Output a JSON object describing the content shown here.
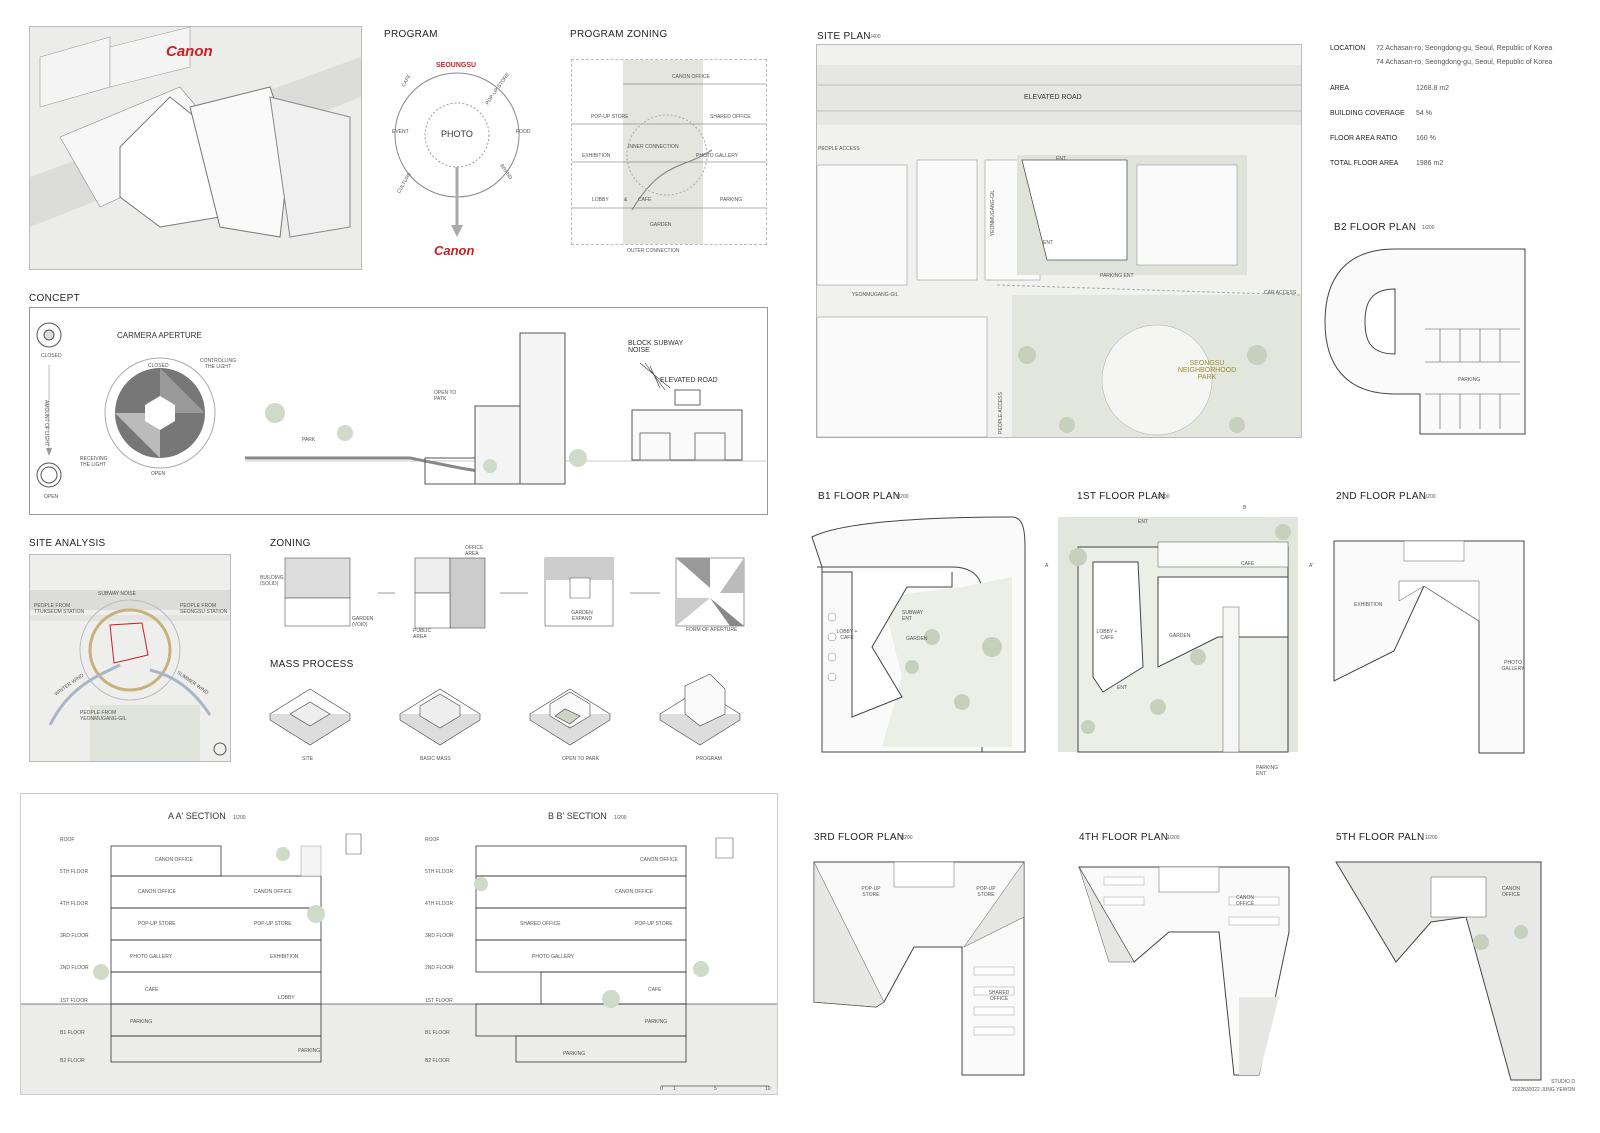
{
  "brand": {
    "name": "Canon",
    "color": "#cc1f26"
  },
  "program": {
    "title": "PROGRAM",
    "center": "PHOTO",
    "top": "SEOUNGSU",
    "items": [
      "CAFE",
      "POP-UP STORE",
      "EVENT",
      "FOOD",
      "CULTURE",
      "BRAND"
    ]
  },
  "zoning": {
    "title": "PROGRAM ZONING",
    "labels": [
      "CANON OFFICE",
      "POP-UP STORE",
      "SHARED OFFICE",
      "INNER CONNECTION",
      "EXHIBITION",
      "PHOTO GALLERY",
      "LOBBY",
      "&",
      "CAFE",
      "PARKING",
      "GARDEN",
      "OUTER CONNECTION"
    ]
  },
  "concept": {
    "title": "CONCEPT",
    "aperture_title": "CARMERA APERTURE",
    "aperture_labels": [
      "CLOSED",
      "CONTROLLING THE LIGHT",
      "RECEIVING THE LIGHT",
      "OPEN"
    ],
    "icon_top": "CLOSED",
    "icon_bottom": "OPEN",
    "arrow_label": "AMOUNT OF LIGHT",
    "section_labels": [
      "PARK",
      "OPEN TO PATK",
      "BLOCK SUBWAY NOISE",
      "ELEVATED ROAD"
    ]
  },
  "site_analysis": {
    "title": "SITE ANALYSIS",
    "labels": [
      "SUBWAY NOISE",
      "PEOPLE FROM TTUKSEOM STATION",
      "PEOPLE FROM SEONGSU STATION",
      "WINTER WIND",
      "SUMMER WIND",
      "PEOPLE FROM YEONMUGANG-GIL"
    ]
  },
  "zoning_diagram": {
    "title": "ZONING",
    "labels": [
      "BUILDING (SOLID)",
      "GARDEN (VOID)",
      "OFFICE AREA",
      "PUBLIC AREA",
      "GARDEN EXPAND",
      "FORM OF APERTURE"
    ]
  },
  "mass_process": {
    "title": "MASS PROCESS",
    "steps": [
      "SITE",
      "BASIC MASS",
      "OPEN TO PARK",
      "PROGRAM"
    ]
  },
  "sections": {
    "aa_title": "A A'  SECTION",
    "bb_title": "B B'  SECTION",
    "scale": "1/200",
    "levels": [
      "ROOF",
      "5TH FLOOR",
      "4TH FLOOR",
      "3RD FLOOR",
      "2ND FLOOR",
      "1ST FLOOR",
      "B1 FLOOR",
      "B2 FLOOR"
    ],
    "aa_rooms": [
      "CANON OFFICE",
      "CANON OFFICE",
      "CANON OFFICE",
      "POP-UP STORE",
      "POP-UP STORE",
      "PHOTO GALLERY",
      "EXHIBITION",
      "CAFE",
      "LOBBY",
      "PARKING",
      "PARKING"
    ],
    "bb_rooms": [
      "CANON OFFICE",
      "CANON OFFICE",
      "SHARED OFFICE",
      "POP-UP STORE",
      "PHOTO GALLERY",
      "CAFE",
      "PARKING",
      "PARKING"
    ],
    "scale_ticks": [
      "0",
      "1",
      "5",
      "10"
    ]
  },
  "site_plan": {
    "title": "SITE PLAN",
    "scale": "1/400",
    "labels": [
      "ELEVATED ROAD",
      "PEOPLE ACCESS",
      "YEONMUGANG-GIL",
      "YEONMUGANG-GIL",
      "CAR ACCESS",
      "SEONGSU NEIGHBORHOOD PARK",
      "PEOPLE ACCESS",
      "ENT",
      "PARKING ENT",
      "ENT"
    ]
  },
  "info": [
    {
      "k": "LOCATION",
      "v": "72 Achasan-ro, Seongdong-gu, Seoul, Republic of Korea",
      "v2": "74 Achasan-ro, Seongdong-gu, Seoul, Republic of Korea"
    },
    {
      "k": "AREA",
      "v": "1268.8 m2"
    },
    {
      "k": "BUILDING COVERAGE",
      "v": "54 %"
    },
    {
      "k": "FLOOR AREA RATIO",
      "v": "160 %"
    },
    {
      "k": "TOTAL FLOOR AREA",
      "v": "1986 m2"
    }
  ],
  "plans": {
    "scale": "1/200",
    "b2": {
      "title": "B2 FLOOR PLAN",
      "rooms": [
        "PARKING"
      ]
    },
    "b1": {
      "title": "B1 FLOOR PLAN",
      "rooms": [
        "LOBBY + CAFE",
        "GARDEN",
        "SUBWAY ENT"
      ]
    },
    "f1": {
      "title": "1ST FLOOR PLAN",
      "rooms": [
        "CAFE",
        "LOBBY + CAFE",
        "GARDEN",
        "ENT",
        "ENT",
        "PARKING ENT",
        "A",
        "A'",
        "B"
      ]
    },
    "f2": {
      "title": "2ND FLOOR PLAN",
      "rooms": [
        "EXHIBITION",
        "PHOTO GALLERY"
      ]
    },
    "f3": {
      "title": "3RD FLOOR PLAN",
      "rooms": [
        "POP-UP STORE",
        "POP-UP STORE",
        "SHARED OFFICE"
      ]
    },
    "f4": {
      "title": "4TH FLOOR PLAN",
      "rooms": [
        "CANON OFFICE"
      ]
    },
    "f5": {
      "title": "5TH FLOOR PALN",
      "rooms": [
        "CANON OFFICE"
      ]
    }
  },
  "credit": {
    "line1": "STUDIO D",
    "line2": "2022630022 JUNG YEWON"
  }
}
